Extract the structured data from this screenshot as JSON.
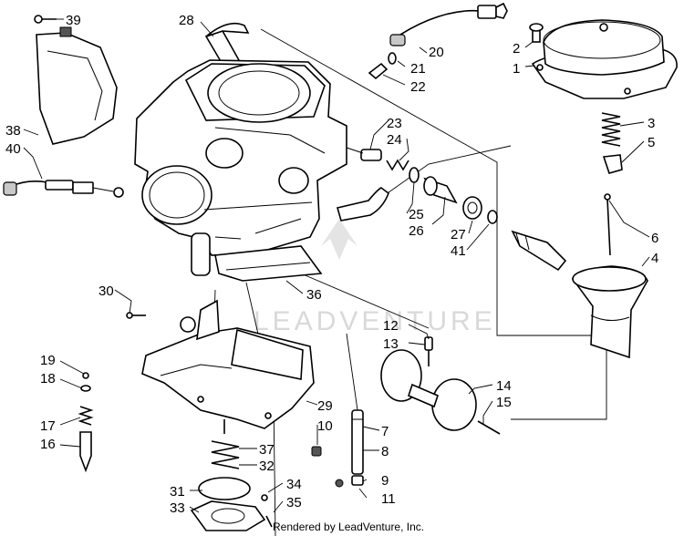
{
  "callouts": [
    {
      "id": "c39",
      "text": "39"
    },
    {
      "id": "c28",
      "text": "28"
    },
    {
      "id": "c38",
      "text": "38"
    },
    {
      "id": "c40",
      "text": "40"
    },
    {
      "id": "c20",
      "text": "20"
    },
    {
      "id": "c21",
      "text": "21"
    },
    {
      "id": "c22",
      "text": "22"
    },
    {
      "id": "c2",
      "text": "2"
    },
    {
      "id": "c1",
      "text": "1"
    },
    {
      "id": "c23",
      "text": "23"
    },
    {
      "id": "c24",
      "text": "24"
    },
    {
      "id": "c3",
      "text": "3"
    },
    {
      "id": "c5",
      "text": "5"
    },
    {
      "id": "c25",
      "text": "25"
    },
    {
      "id": "c26",
      "text": "26"
    },
    {
      "id": "c27",
      "text": "27"
    },
    {
      "id": "c41",
      "text": "41"
    },
    {
      "id": "c6",
      "text": "6"
    },
    {
      "id": "c4",
      "text": "4"
    },
    {
      "id": "c30",
      "text": "30"
    },
    {
      "id": "c36",
      "text": "36"
    },
    {
      "id": "c12",
      "text": "12"
    },
    {
      "id": "c13",
      "text": "13"
    },
    {
      "id": "c19",
      "text": "19"
    },
    {
      "id": "c18",
      "text": "18"
    },
    {
      "id": "c14",
      "text": "14"
    },
    {
      "id": "c15",
      "text": "15"
    },
    {
      "id": "c29",
      "text": "29"
    },
    {
      "id": "c10",
      "text": "10"
    },
    {
      "id": "c17",
      "text": "17"
    },
    {
      "id": "c16",
      "text": "16"
    },
    {
      "id": "c7",
      "text": "7"
    },
    {
      "id": "c37",
      "text": "37"
    },
    {
      "id": "c8",
      "text": "8"
    },
    {
      "id": "c32",
      "text": "32"
    },
    {
      "id": "c34",
      "text": "34"
    },
    {
      "id": "c31",
      "text": "31"
    },
    {
      "id": "c9",
      "text": "9"
    },
    {
      "id": "c35",
      "text": "35"
    },
    {
      "id": "c33",
      "text": "33"
    },
    {
      "id": "c11",
      "text": "11"
    }
  ],
  "watermark": "LEADVENTURE",
  "credit": "Rendered by LeadVenture, Inc."
}
